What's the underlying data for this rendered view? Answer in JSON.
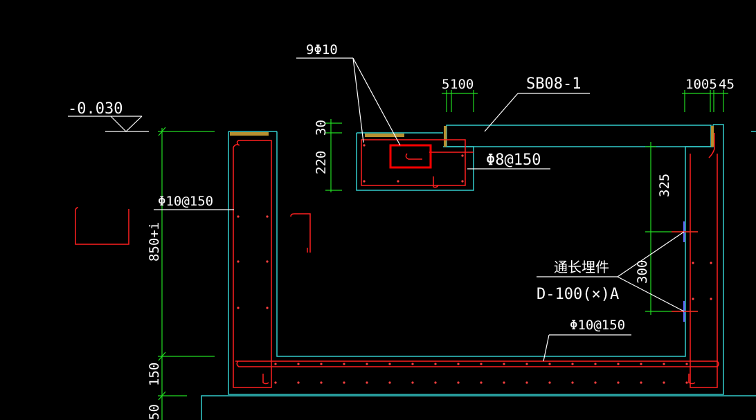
{
  "labels": {
    "top_rebar_count": "9Φ10",
    "dim_5": "5",
    "dim_100": "100",
    "slab_id": "SB08-1",
    "dim_1005": "1005",
    "dim_45": "45",
    "elevation": "-0.030",
    "dim_30": "30",
    "dim_220": "220",
    "stirrup": "Φ8@150",
    "dim_325": "325",
    "wall_rebar": "Φ10@150",
    "wall_height": "850+i",
    "embedded_part_note": "通长埋件",
    "embedded_part_code": "D-100(×)A",
    "dim_300": "300",
    "bottom_rebar": "Φ10@150",
    "dim_150": "150",
    "dim_50": "50"
  },
  "colors": {
    "background": "#000000",
    "concrete_outline": "#33cccc",
    "rebar": "#ff2020",
    "dimension": "#22dd22",
    "text": "#ffffff",
    "selection_box": "#ff0000"
  }
}
